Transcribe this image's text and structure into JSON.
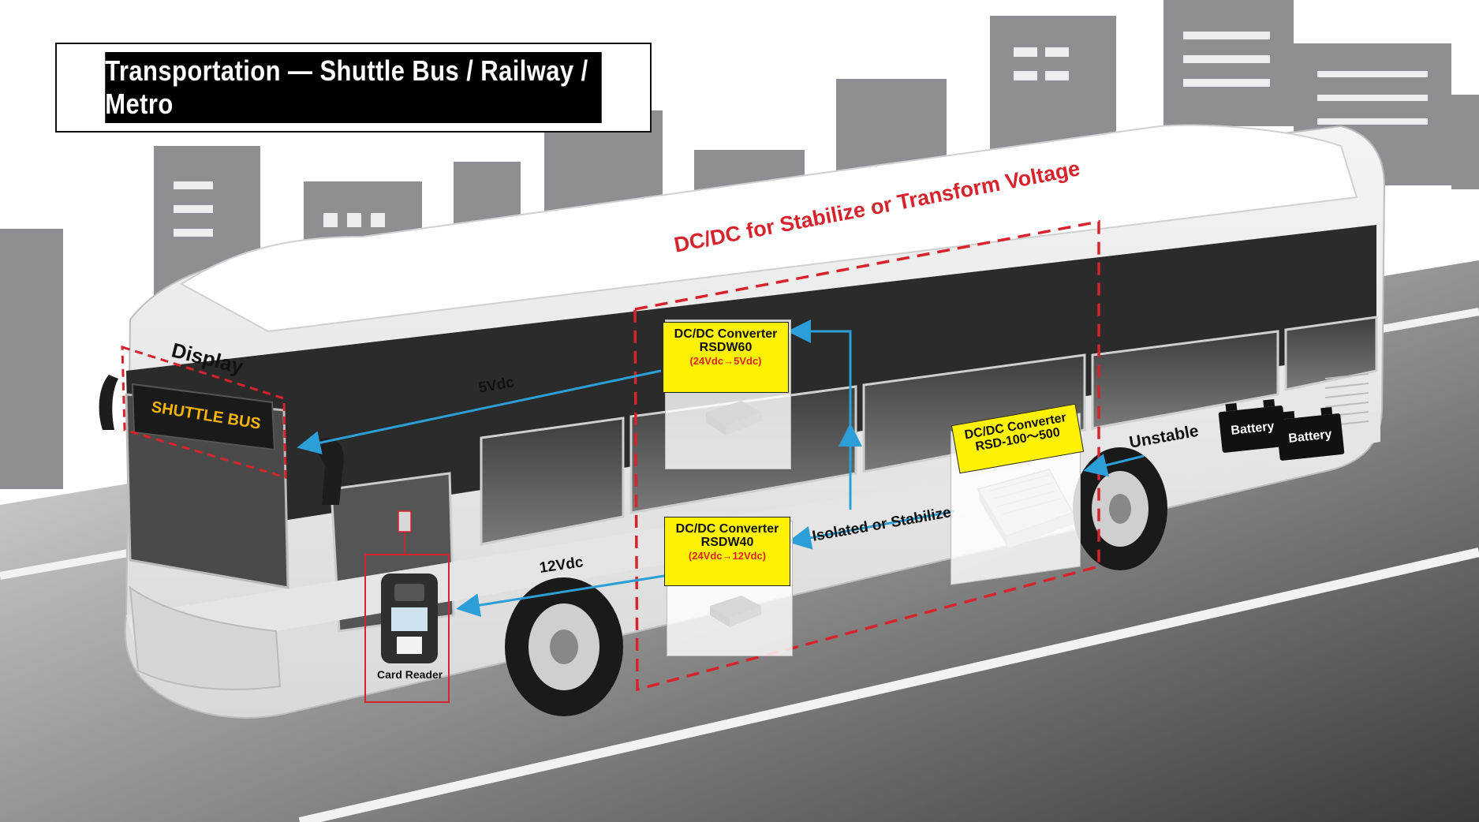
{
  "title": "Transportation — Shuttle Bus / Railway / Metro",
  "dcdc_region_label": "DC/DC for Stabilize or Transform Voltage",
  "display": {
    "label": "Display",
    "sign_text": "SHUTTLE BUS"
  },
  "card_reader": {
    "label": "Card Reader"
  },
  "converters": [
    {
      "line1": "DC/DC Converter",
      "line2": "RSDW60",
      "line3": "(24Vdc→5Vdc)"
    },
    {
      "line1": "DC/DC Converter",
      "line2": "RSDW40",
      "line3": "(24Vdc→12Vdc)"
    },
    {
      "line1": "DC/DC Converter",
      "line2": "RSD-100～500"
    }
  ],
  "flows": {
    "v5": "5Vdc",
    "v12": "12Vdc",
    "isolated": "Isolated or Stabilize",
    "unstable": "Unstable"
  },
  "batteries": [
    "Battery",
    "Battery"
  ],
  "colors": {
    "arrow": "#2d9fd8",
    "dashed_frame": "#d7232b",
    "highlight": "#fff200",
    "city": "#8f8f93",
    "road": "#5a5a5a"
  }
}
